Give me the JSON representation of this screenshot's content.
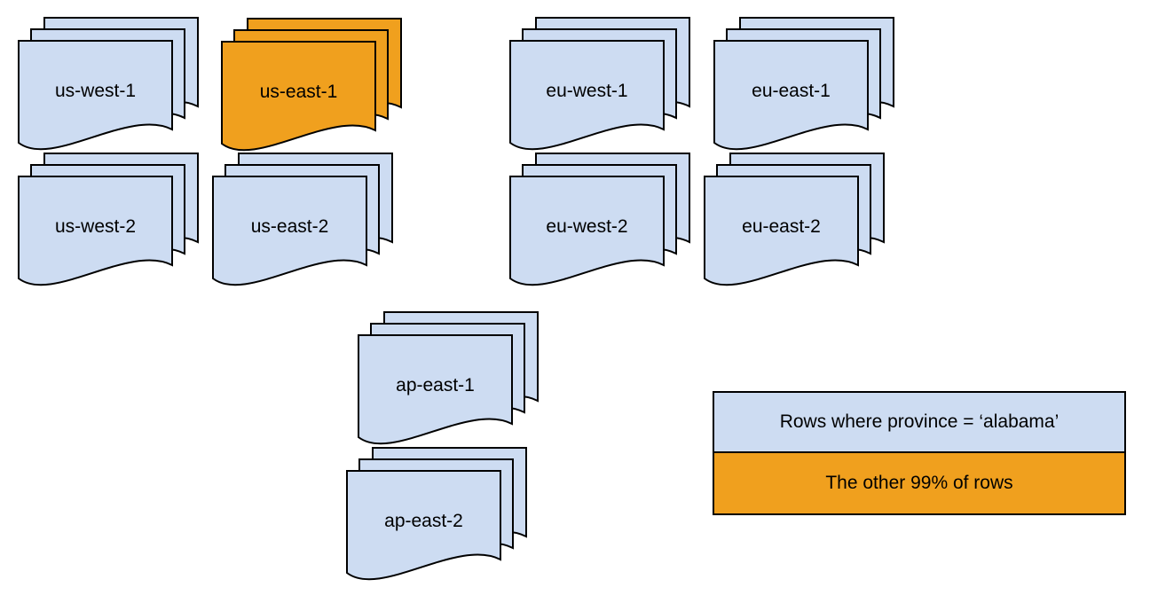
{
  "colors": {
    "doc_blue": "#CDDCF2",
    "doc_orange": "#F0A01E",
    "outline": "#000000",
    "background": "#FFFFFF"
  },
  "regions": [
    {
      "label": "us-west-1",
      "highlighted": false
    },
    {
      "label": "us-east-1",
      "highlighted": true
    },
    {
      "label": "eu-west-1",
      "highlighted": false
    },
    {
      "label": "eu-east-1",
      "highlighted": false
    },
    {
      "label": "us-west-2",
      "highlighted": false
    },
    {
      "label": "us-east-2",
      "highlighted": false
    },
    {
      "label": "eu-west-2",
      "highlighted": false
    },
    {
      "label": "eu-east-2",
      "highlighted": false
    },
    {
      "label": "ap-east-1",
      "highlighted": false
    },
    {
      "label": "ap-east-2",
      "highlighted": false
    }
  ],
  "legend": {
    "items": [
      {
        "label": "Rows where province = ‘alabama’",
        "swatch": "doc_blue"
      },
      {
        "label": "The other 99% of rows",
        "swatch": "doc_orange"
      }
    ]
  }
}
